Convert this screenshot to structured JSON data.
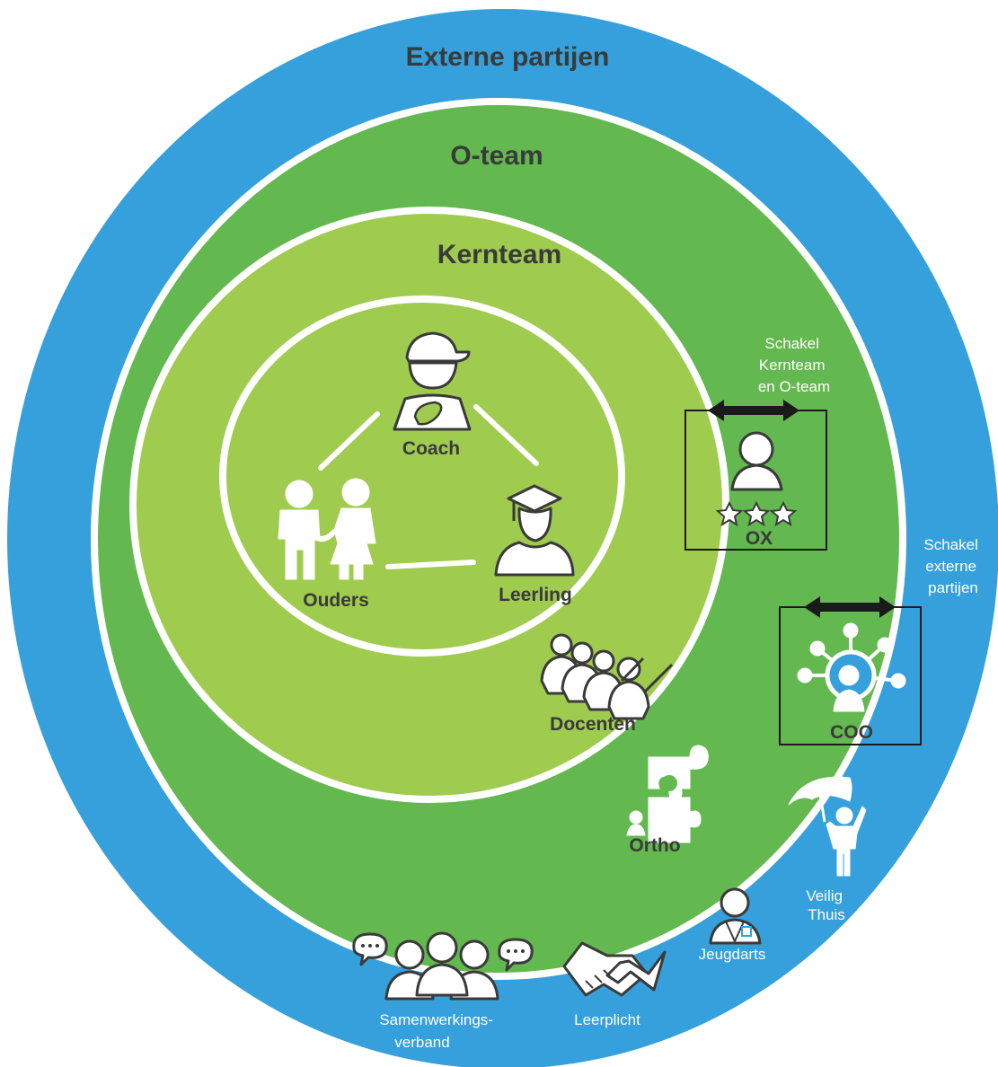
{
  "colors": {
    "outer_ring": "#35a0db",
    "middle_ring": "#63b84f",
    "inner_ring": "#9fcb4f",
    "core": "#9fcb4f",
    "ring_border": "#ffffff",
    "text_dark": "#3a3a3a"
  },
  "rings": {
    "outer": {
      "label": "Externe partijen"
    },
    "middle": {
      "label": "O-team"
    },
    "inner": {
      "label": "Kernteam"
    }
  },
  "core": {
    "coach": {
      "label": "Coach",
      "icon": "coach-cap-icon"
    },
    "ouders": {
      "label": "Ouders",
      "icon": "parents-icon"
    },
    "leerling": {
      "label": "Leerling",
      "icon": "graduate-icon"
    }
  },
  "kernteam": {
    "docenten": {
      "label": "Docenten",
      "icon": "teachers-group-icon"
    }
  },
  "oteam": {
    "ortho": {
      "label": "Ortho",
      "icon": "puzzle-person-icon"
    },
    "ox": {
      "label": "OX",
      "icon": "person-stars-icon"
    },
    "ox_note": [
      "Schakel",
      "Kernteam",
      "en O-team"
    ]
  },
  "externe": {
    "coo": {
      "label": "COO",
      "icon": "network-person-icon"
    },
    "coo_note": [
      "Schakel",
      "externe",
      "partijen"
    ],
    "veilig_thuis": {
      "label": [
        "Veilig",
        "Thuis"
      ],
      "icon": "umbrella-person-icon"
    },
    "jeugdarts": {
      "label": "Jeugdarts",
      "icon": "doctor-icon"
    },
    "leerplicht": {
      "label": "Leerplicht",
      "icon": "handshake-icon"
    },
    "samenwerkingsverband": {
      "label": [
        "Samenwerkings-",
        "verband"
      ],
      "icon": "group-chat-icon"
    }
  }
}
